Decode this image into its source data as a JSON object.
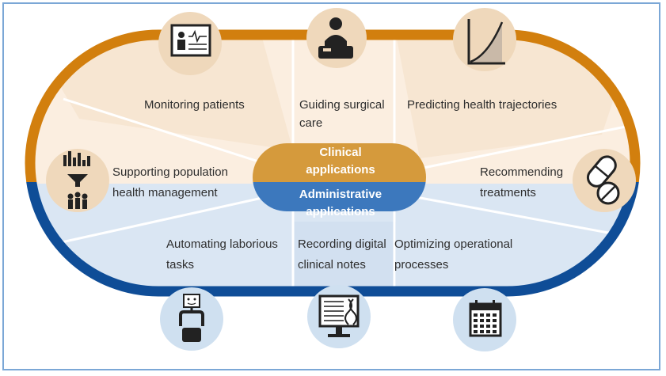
{
  "center": {
    "clinical_line1": "Clinical",
    "clinical_line2": "applications",
    "admin_line1": "Administrative",
    "admin_line2": "applications"
  },
  "segments": {
    "monitoring": "Monitoring patients",
    "guiding_line1": "Guiding surgical",
    "guiding_line2": "care",
    "predicting": "Predicting health trajectories",
    "supporting_line1": "Supporting population",
    "supporting_line2": "health management",
    "recommending_line1": "Recommending",
    "recommending_line2": "treatments",
    "automating_line1": "Automating laborious",
    "automating_line2": "tasks",
    "recording_line1": "Recording digital",
    "recording_line2": "clinical notes",
    "optimizing_line1": "Optimizing operational",
    "optimizing_line2": "processes"
  },
  "icons": {
    "monitoring": "patient-monitor-icon",
    "guiding": "surgeon-icon",
    "predicting": "trajectory-graph-icon",
    "supporting": "population-funnel-icon",
    "recommending": "pills-icon",
    "automating": "robot-icon",
    "recording": "digital-notes-icon",
    "optimizing": "calendar-icon"
  },
  "colors": {
    "clinical_ring": "#d27f0e",
    "administrative_ring": "#0f4d97",
    "clinical_fill": "#fbeee0",
    "administrative_fill": "#dae6f3",
    "clinical_pill": "#d59a3c",
    "administrative_pill": "#3c78bd",
    "icon_circle_clinical": "#efd8bb",
    "icon_circle_admin": "#cfe0f0",
    "border": "#7ba7d6"
  }
}
